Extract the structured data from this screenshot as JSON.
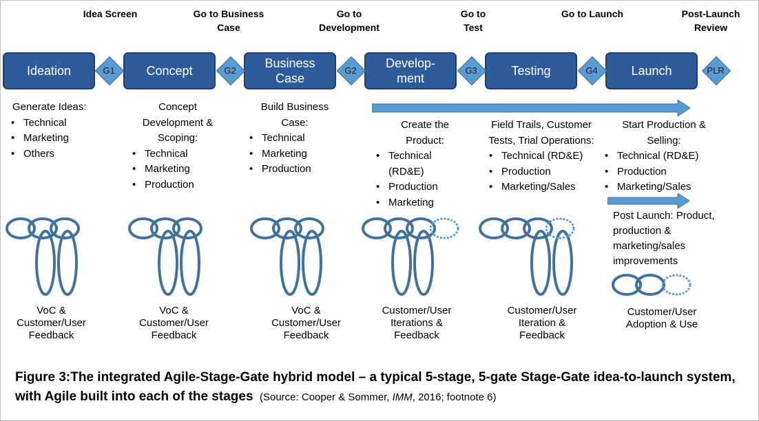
{
  "gate_labels": [
    "Idea Screen",
    "Go to Business Case",
    "Go to Development",
    "Go to Test",
    "Go to Launch",
    "Post-Launch Review"
  ],
  "stages": [
    "Ideation",
    "Concept",
    "Business Case",
    "Develop-ment",
    "Testing",
    "Launch"
  ],
  "gates": [
    "G1",
    "G2",
    "G2",
    "G3",
    "G4",
    "PLR"
  ],
  "ideation": {
    "head": "Generate Ideas:",
    "items": [
      "Technical",
      "Marketing",
      "Others"
    ],
    "caption": "VoC & Customer/User Feedback"
  },
  "concept": {
    "head": "Concept Development & Scoping:",
    "items": [
      "Technical",
      "Marketing",
      "Production"
    ],
    "caption": "VoC & Customer/User Feedback"
  },
  "business_case": {
    "head": "Build Business Case:",
    "items": [
      "Technical",
      "Marketing",
      "Production"
    ],
    "caption": "VoC & Customer/User Feedback"
  },
  "development": {
    "head": "Create the Product:",
    "items": [
      "Technical (RD&E)",
      "Production",
      "Marketing"
    ],
    "caption": "Customer/User Iterations & Feedback"
  },
  "testing": {
    "head": "Field Trails, Customer Tests, Trial Operations:",
    "items": [
      "Technical (RD&E)",
      "Production",
      "Marketing/Sales"
    ],
    "caption": "Customer/User Iteration & Feedback"
  },
  "launch": {
    "head": "Start Production & Selling:",
    "items": [
      "Technical (RD&E)",
      "Production",
      "Marketing/Sales"
    ],
    "post_launch": "Post Launch: Product, production & marketing/sales improvements",
    "caption": "Customer/User Adoption & Use"
  },
  "caption": {
    "main": "Figure 3:The integrated Agile-Stage-Gate hybrid model – a typical 5-stage, 5-gate Stage-Gate idea-to-launch system, with Agile built into each of the stages",
    "source_prefix": "(Source: Cooper & Sommer, ",
    "source_journal": "IMM",
    "source_suffix": ", 2016; footnote 6)"
  },
  "colors": {
    "stage_fill": "#2e5c9a",
    "gate_fill": "#5b9bd5",
    "arrow": "#5b9bd5",
    "loop_stroke": "#2e5c9a"
  }
}
